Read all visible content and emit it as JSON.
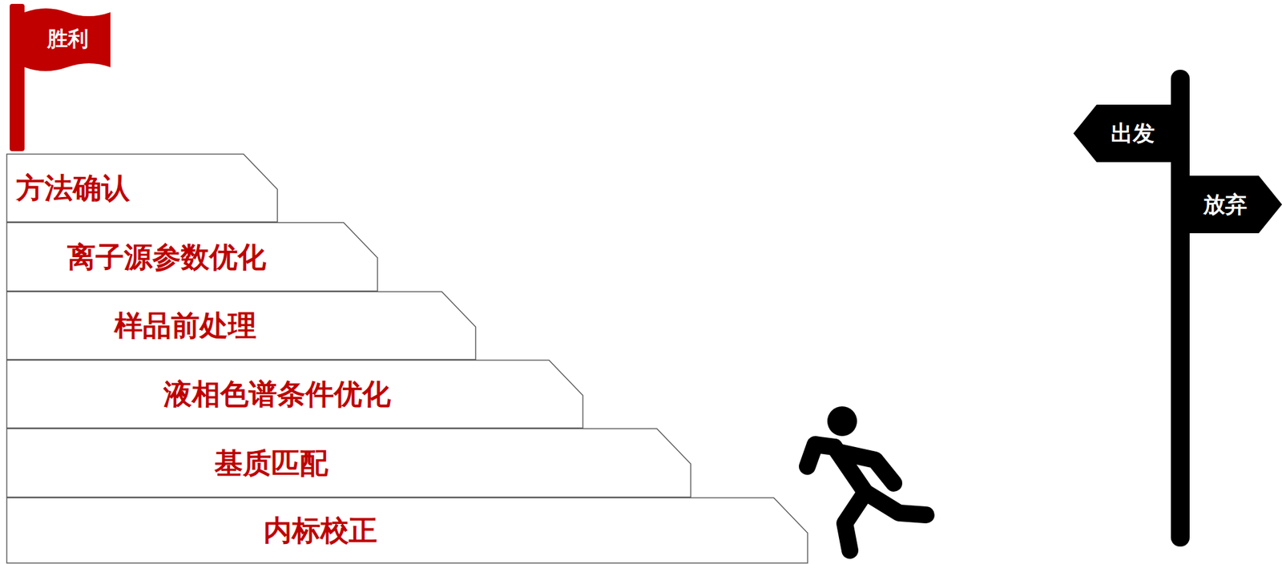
{
  "diagram": {
    "nodes": [
      {
        "text": [
          "胜利"
        ]
      },
      {
        "text": [
          "方法确认"
        ]
      },
      {
        "text": [
          "离子源参数优化"
        ]
      },
      {
        "text": [
          "样品前处理"
        ]
      },
      {
        "text": [
          "液相色谱条件优化"
        ]
      },
      {
        "text": [
          "基质匹配"
        ]
      },
      {
        "text": [
          "内标校正"
        ]
      },
      {
        "text": [
          "出发"
        ]
      },
      {
        "text": [
          "放弃"
        ]
      }
    ]
  }
}
